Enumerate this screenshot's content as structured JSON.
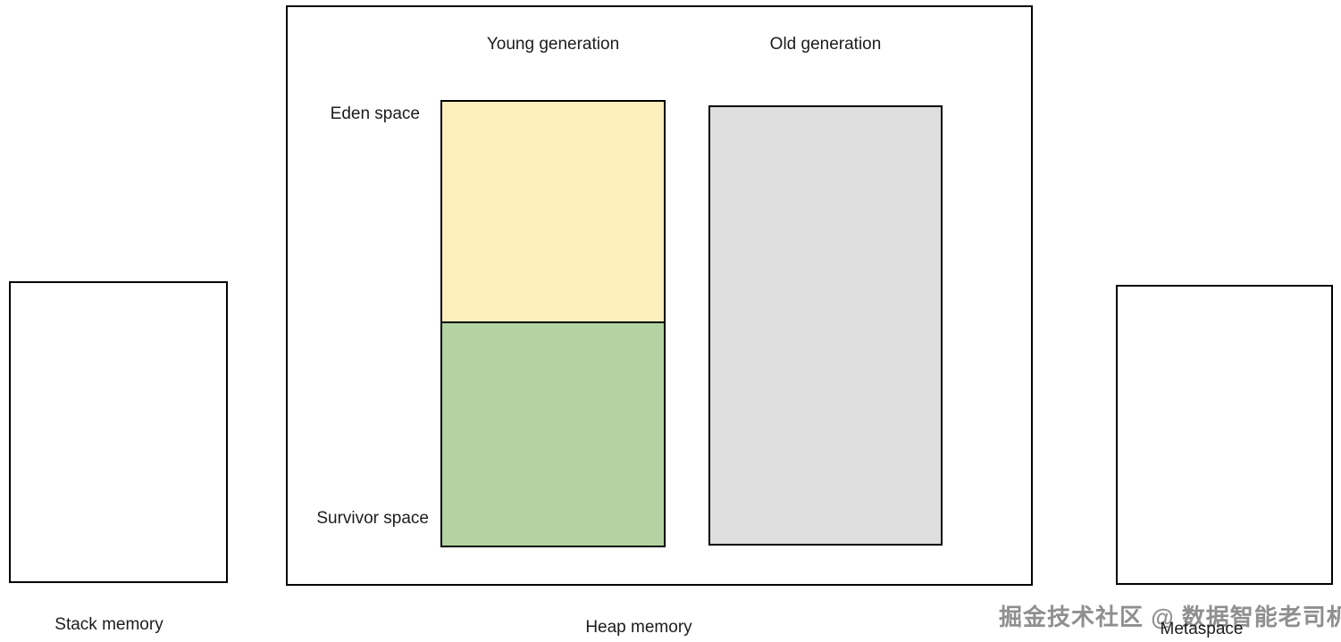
{
  "diagram": {
    "heap": {
      "caption": "Heap memory",
      "young": {
        "title": "Young generation",
        "eden_label": "Eden space",
        "survivor_label": "Survivor space"
      },
      "old": {
        "title": "Old generation"
      }
    },
    "stack": {
      "caption": "Stack memory"
    },
    "metaspace": {
      "caption": "Metaspace"
    },
    "watermark": "掘金技术社区 @ 数据智能老司机",
    "colors": {
      "eden": "#FDEEBE",
      "survivor": "#B3D4A2",
      "old_generation": "#DEDEDE",
      "border": "#000000",
      "watermark_gray": "#8F8F8F"
    }
  }
}
